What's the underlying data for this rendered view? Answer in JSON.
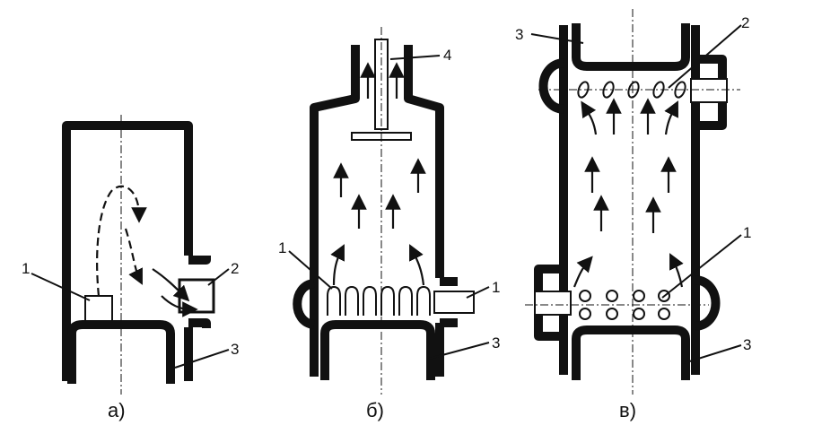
{
  "figure": {
    "panels": [
      {
        "caption": "а)",
        "labels": [
          "1",
          "2",
          "3"
        ]
      },
      {
        "caption": "б)",
        "labels": [
          "4",
          "1",
          "1",
          "3"
        ]
      },
      {
        "caption": "в)",
        "labels": [
          "3",
          "2",
          "1",
          "3"
        ]
      }
    ]
  }
}
